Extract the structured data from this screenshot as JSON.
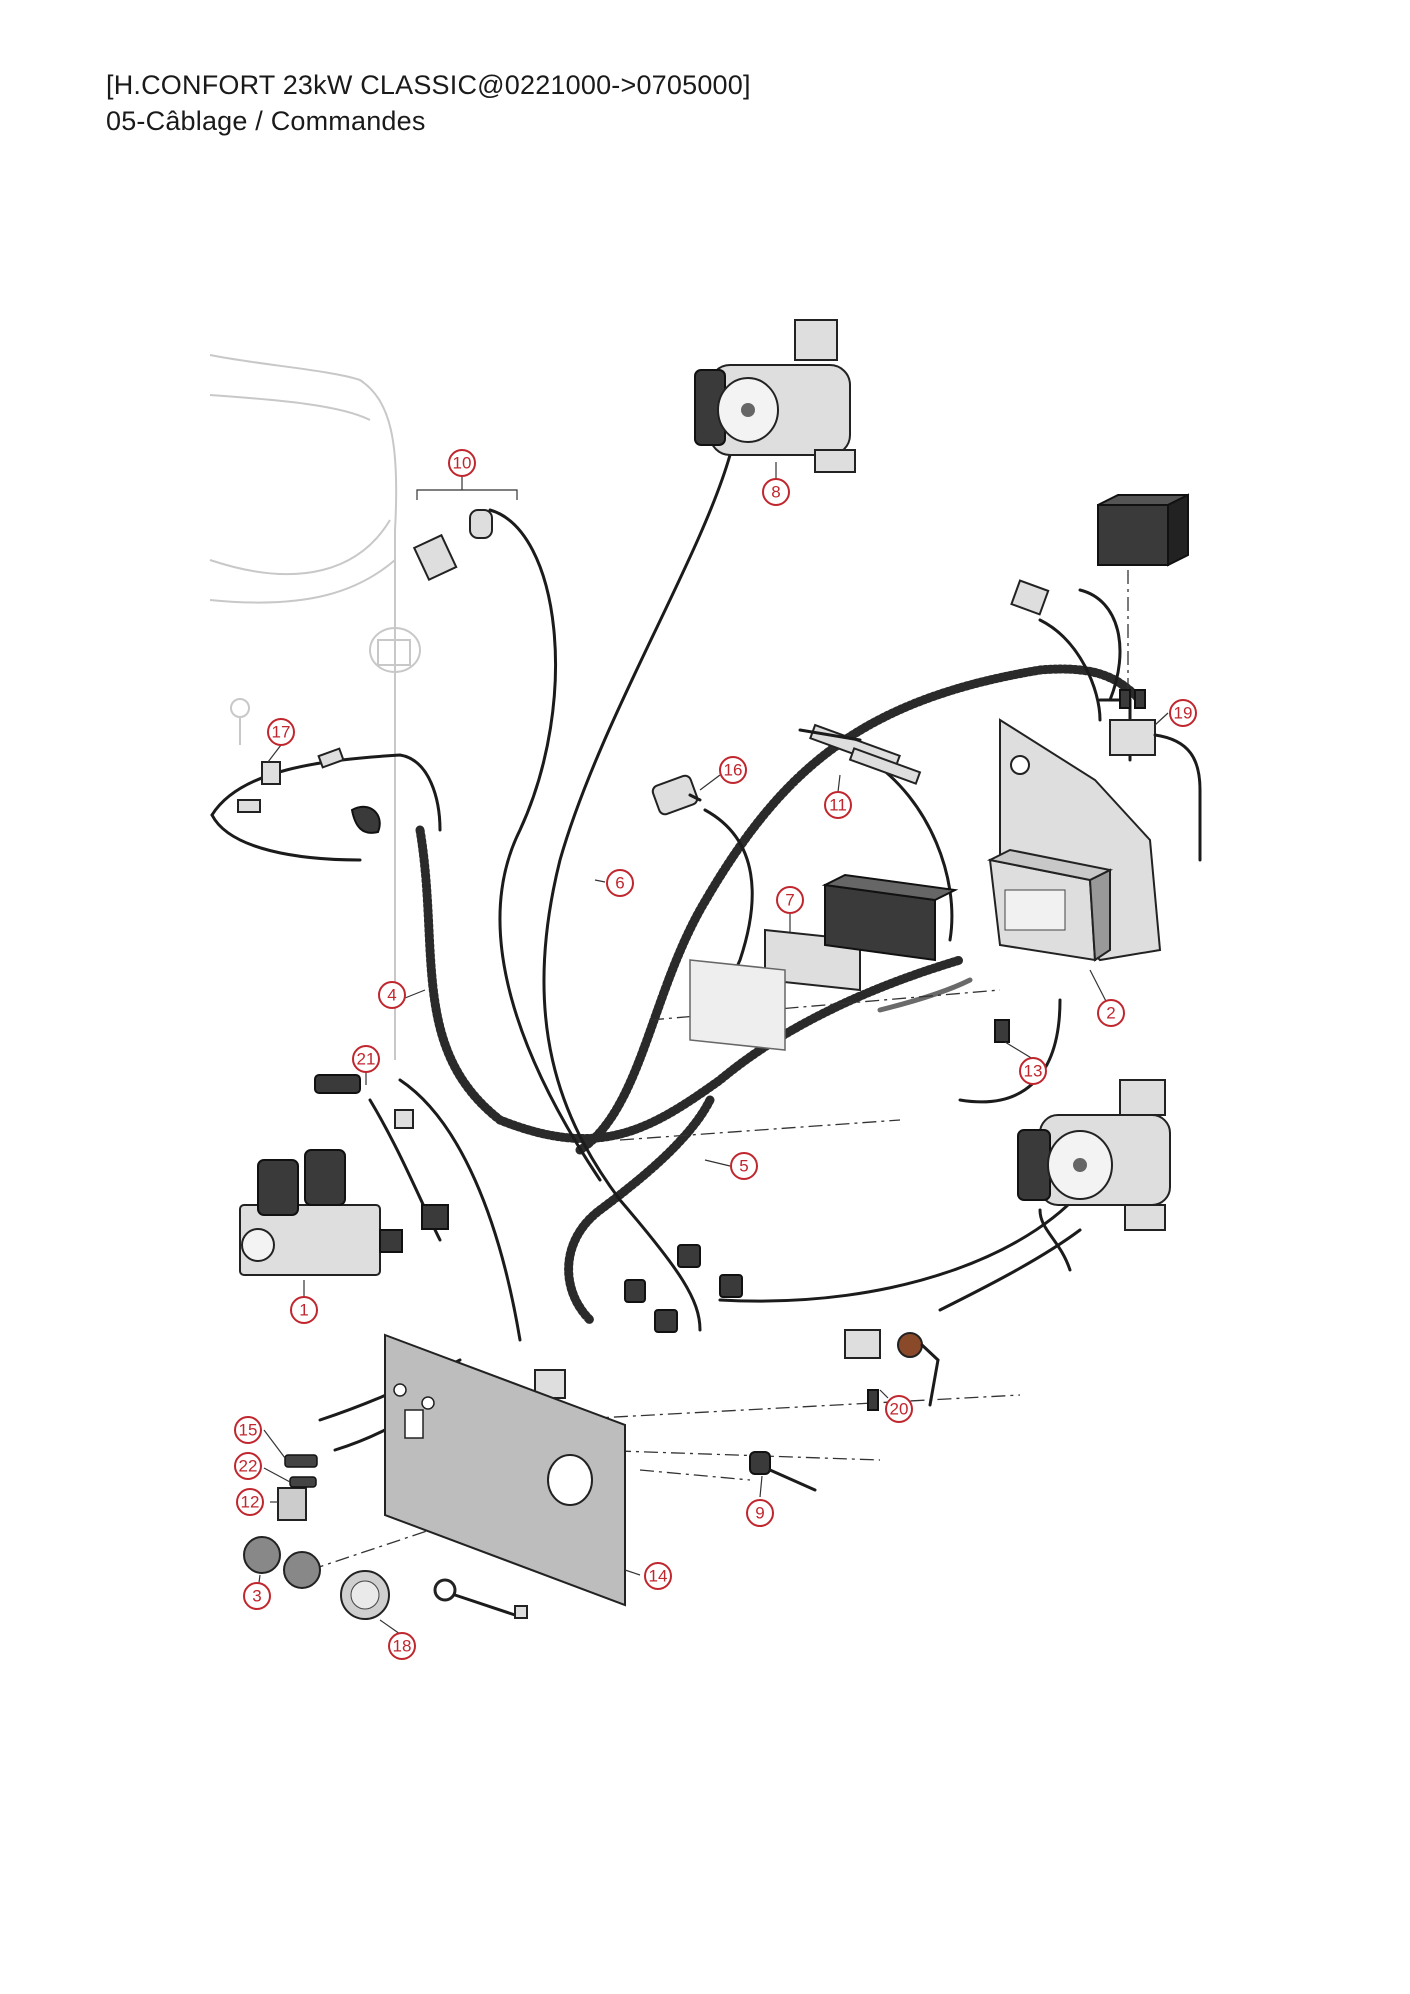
{
  "header": {
    "title": "[H.CONFORT 23kW CLASSIC@0221000->0705000]",
    "subtitle": "05-Câblage / Commandes"
  },
  "callouts": [
    "1",
    "2",
    "3",
    "4",
    "5",
    "6",
    "7",
    "8",
    "9",
    "10",
    "11",
    "12",
    "13",
    "14",
    "15",
    "16",
    "17",
    "18",
    "19",
    "20",
    "21",
    "22"
  ],
  "colors": {
    "callout": "#c0262d",
    "line": "#1b1b1b",
    "ghost": "#c8c8c8",
    "panel": "#bdbdbd"
  }
}
